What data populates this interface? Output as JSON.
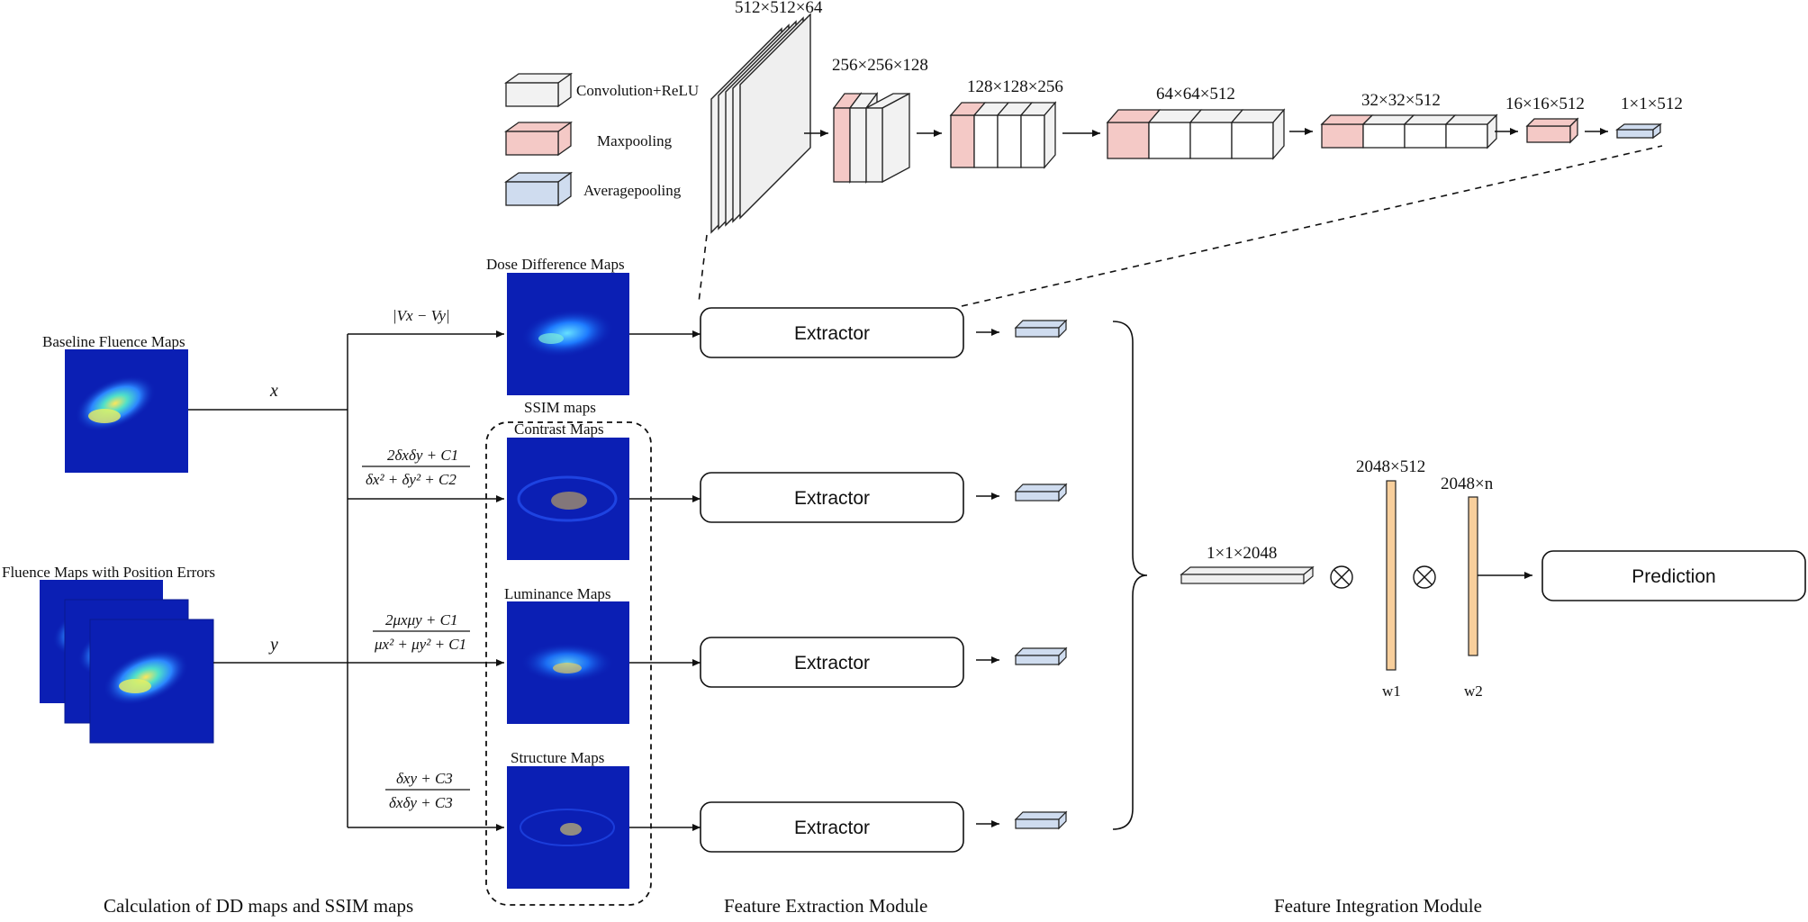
{
  "colors": {
    "conv": "#f2f2f2",
    "maxpool": "#f4c9c6",
    "avgpool": "#cfdcef",
    "weight": "#f8cf9c",
    "heatmap_bg": "#0b1fb4"
  },
  "legend": {
    "conv": "Convolution+ReLU",
    "maxpool": "Maxpooling",
    "avgpool": "Averagepooling"
  },
  "cnn": {
    "stage1": "512×512×64",
    "stage2": "256×256×128",
    "stage3": "128×128×256",
    "stage4": "64×64×512",
    "stage5": "32×32×512",
    "stage6": "16×16×512",
    "stage7": "1×1×512"
  },
  "inputs": {
    "baseline": "Baseline Fluence Maps",
    "position_errors": "Fluence Maps with Position Errors",
    "x": "x",
    "y": "y"
  },
  "maps": {
    "dose_difference": "Dose Difference Maps",
    "ssim": "SSIM maps",
    "contrast": "Contrast Maps",
    "luminance": "Luminance Maps",
    "structure": "Structure Maps"
  },
  "formulas": {
    "dd": "|Vx − Vy|",
    "contrast_num": "2δxδy + C1",
    "contrast_den": "δx² + δy² + C2",
    "luminance_num": "2μxμy + C1",
    "luminance_den": "μx² + μy² + C1",
    "structure_num": "δxy + C3",
    "structure_den": "δxδy + C3"
  },
  "extractor": {
    "e1": "Extractor",
    "e2": "Extractor",
    "e3": "Extractor",
    "e4": "Extractor"
  },
  "integration": {
    "concat_dim": "1×1×2048",
    "w1_dim": "2048×512",
    "w2_dim": "2048×n",
    "w1": "w1",
    "w2": "w2",
    "prediction": "Prediction"
  },
  "modules": {
    "calc": "Calculation of DD maps and SSIM maps",
    "extraction": "Feature Extraction Module",
    "integration": "Feature Integration Module"
  }
}
